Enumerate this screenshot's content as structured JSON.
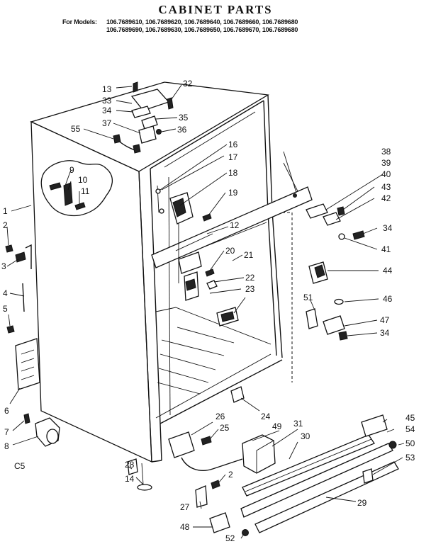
{
  "title": "CABINET PARTS",
  "models_label": "For Models:",
  "models_line1": "106.7689610, 106.7689620, 106.7689640, 106.7689660, 106.7689680",
  "models_line2": "106.7689690, 106.7689630, 106.7689650, 106.7689670, 106.7689680",
  "code": "C5",
  "callouts": {
    "n1": "1",
    "n2": "2",
    "n3": "3",
    "n4": "4",
    "n5": "5",
    "n6": "6",
    "n7": "7",
    "n8": "8",
    "n9": "9",
    "n10": "10",
    "n11": "11",
    "n12": "12",
    "n13": "13",
    "n14": "14",
    "n16": "16",
    "n17": "17",
    "n18": "18",
    "n19": "19",
    "n20": "20",
    "n21": "21",
    "n22": "22",
    "n23": "23",
    "n24": "24",
    "n25": "25",
    "n26": "26",
    "n27": "27",
    "n28": "28",
    "n29": "29",
    "n30": "30",
    "n31": "31",
    "n32": "32",
    "n33": "33",
    "n34": "34",
    "n35": "35",
    "n36": "36",
    "n37": "37",
    "n38": "38",
    "n39": "39",
    "n40": "40",
    "n41": "41",
    "n42": "42",
    "n43": "43",
    "n44": "44",
    "n45": "45",
    "n46": "46",
    "n47": "47",
    "n48": "48",
    "n49": "49",
    "n50": "50",
    "n51": "51",
    "n52": "52",
    "n53": "53",
    "n54": "54",
    "n55": "55"
  }
}
